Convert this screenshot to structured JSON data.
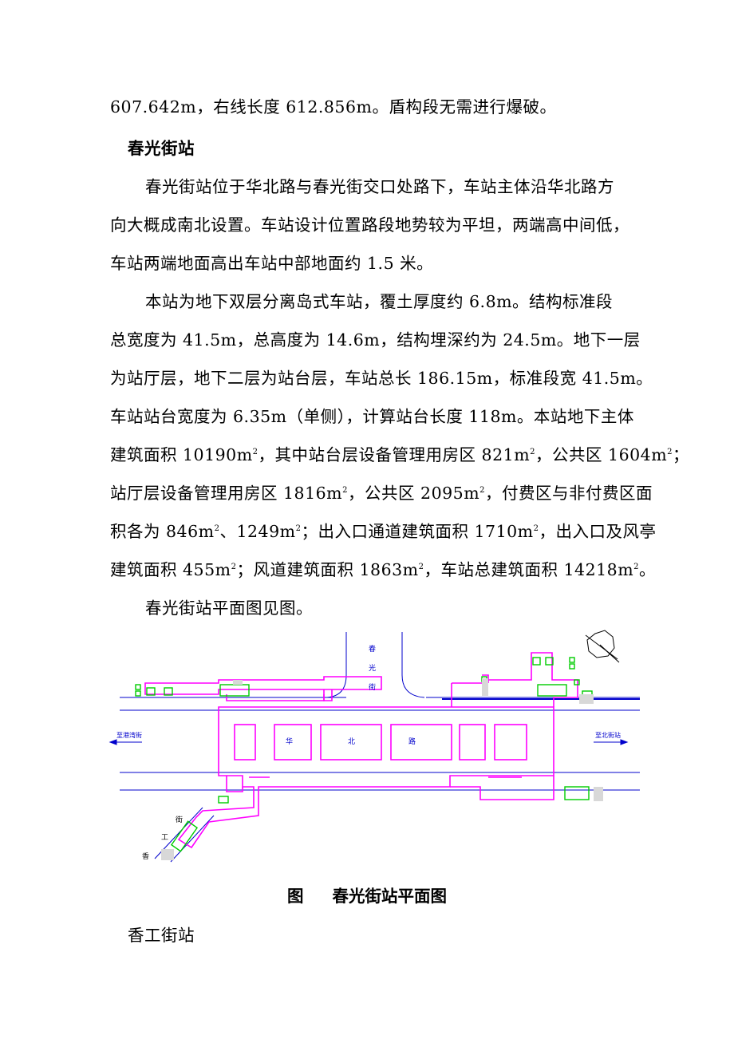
{
  "paragraphs": {
    "l1": "607.642m，右线长度 612.856m。盾构段无需进行爆破。",
    "heading1": "春光街站",
    "p1_a": "春光街站位于华北路与春光街交口处路下，车站主体沿华北路方",
    "p1_b": "向大概成南北设置。车站设计位置路段地势较为平坦，两端高中间低，",
    "p1_c": "车站两端地面高出车站中部地面约 1.5 米。",
    "p2_a": "本站为地下双层分离岛式车站，覆土厚度约 6.8m。结构标准段",
    "p2_b": "总宽度为 41.5m，总高度为 14.6m，结构埋深约为 24.5m。地下一层",
    "p2_c": "为站厅层，地下二层为站台层，车站总长 186.15m，标准段宽 41.5m。",
    "p2_d": "车站站台宽度为 6.35m（单侧），计算站台长度 118m。本站地下主体",
    "p2_e1": "建筑面积 10190m",
    "p2_e2": "，其中站台层设备管理用房区 821m",
    "p2_e3": "，公共区 1604m",
    "p2_e4": "；",
    "p2_f1": "站厅层设备管理用房区 1816m",
    "p2_f2": "，公共区 2095m",
    "p2_f3": "，付费区与非付费区面",
    "p2_g1": "积各为 846m",
    "p2_g2": "、1249m",
    "p2_g3": "；出入口通道建筑面积 1710m",
    "p2_g4": "，出入口及风亭",
    "p2_h1": "建筑面积 455m",
    "p2_h2": "；风道建筑面积 1863m",
    "p2_h3": "，车站总建筑面积 14218m",
    "p2_h4": "。",
    "sup2": "2",
    "p3": "春光街站平面图见图。",
    "heading2": "香工街站"
  },
  "figure": {
    "street_vertical": [
      "春",
      "光",
      "街"
    ],
    "street_main": [
      "华",
      "北",
      "路"
    ],
    "street_diag": [
      "香",
      "工",
      "街"
    ],
    "left_arrow_label": "至港湾街",
    "right_arrow_label": "至北街站",
    "colors": {
      "station_outline": "#ff00ff",
      "rooms": "#00cc00",
      "road_lines": "#0000cc",
      "street_text": "#0000cc"
    }
  },
  "caption": {
    "label": "图",
    "title": "春光街站平面图"
  }
}
